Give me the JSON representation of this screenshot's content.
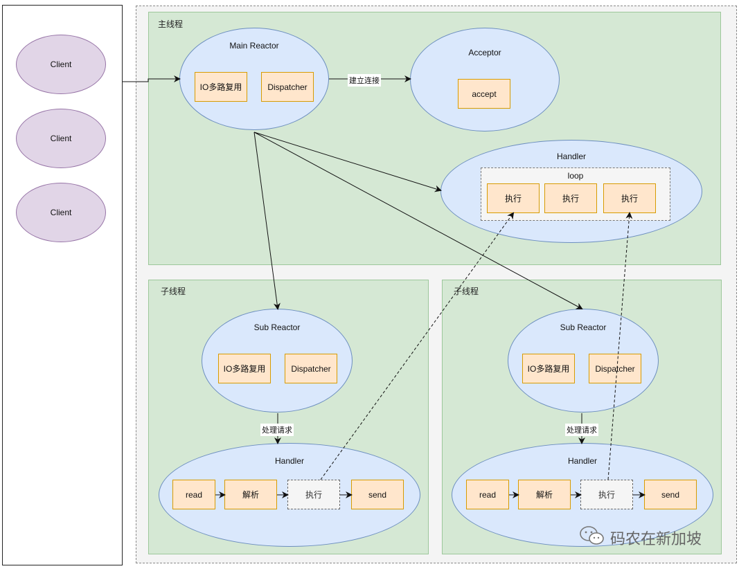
{
  "clients": [
    "Client",
    "Client",
    "Client"
  ],
  "main_thread": {
    "label": "主线程",
    "main_reactor": {
      "title": "Main Reactor",
      "io": "IO多路复用",
      "dispatcher": "Dispatcher"
    },
    "edge_connect": "建立连接",
    "acceptor": {
      "title": "Acceptor",
      "accept": "accept"
    },
    "handler": {
      "title": "Handler",
      "loop": "loop",
      "exec": [
        "执行",
        "执行",
        "执行"
      ]
    }
  },
  "sub_threads": [
    {
      "label": "子线程",
      "sub_reactor": {
        "title": "Sub Reactor",
        "io": "IO多路复用",
        "dispatcher": "Dispatcher"
      },
      "edge_process": "处理请求",
      "handler": {
        "title": "Handler",
        "read": "read",
        "parse": "解析",
        "exec": "执行",
        "send": "send"
      }
    },
    {
      "label": "子线程",
      "sub_reactor": {
        "title": "Sub Reactor",
        "io": "IO多路复用",
        "dispatcher": "Dispatcher"
      },
      "edge_process": "处理请求",
      "handler": {
        "title": "Handler",
        "read": "read",
        "parse": "解析",
        "exec": "执行",
        "send": "send"
      }
    }
  ],
  "watermark": {
    "text": "码农在新加坡",
    "icon": "wechat-icon"
  },
  "colors": {
    "region_fill": "#d5e8d4",
    "ellipse_fill": "#dae8fc",
    "client_fill": "#e1d5e7",
    "box_fill": "#ffe6cc",
    "box_border": "#d79b00"
  }
}
